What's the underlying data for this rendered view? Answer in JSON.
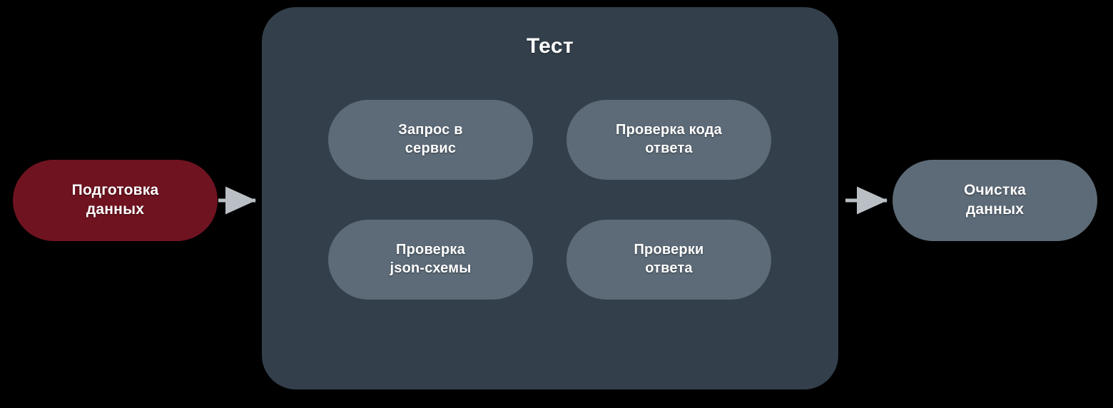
{
  "diagram": {
    "type": "flowchart",
    "title": "",
    "background": "#000000",
    "colors": {
      "group_fill": "#333f4b",
      "node_fill": "#5d6b78",
      "accent_fill": "#701320",
      "edge_stroke": "#b9bfc4",
      "text": "#ffffff"
    },
    "group": {
      "label": "Тест"
    },
    "nodes": [
      {
        "id": "prepare",
        "label": "Подготовка\nданных"
      },
      {
        "id": "request",
        "label": "Запрос в\nсервис"
      },
      {
        "id": "status_check",
        "label": "Проверка кода\nответа"
      },
      {
        "id": "json_schema",
        "label": "Проверка\njson-схемы"
      },
      {
        "id": "response_checks",
        "label": "Проверки\nответа"
      },
      {
        "id": "cleanup",
        "label": "Очистка\nданных"
      }
    ],
    "edges": [
      {
        "from": "prepare",
        "to": "request",
        "style": "straight-arrow"
      },
      {
        "from": "request",
        "to": "status_check",
        "style": "straight-arrow"
      },
      {
        "from": "status_check",
        "to": "json_schema",
        "style": "elbow-arrow"
      },
      {
        "from": "json_schema",
        "to": "response_checks",
        "style": "straight-arrow"
      },
      {
        "from": "response_checks",
        "to": "cleanup",
        "style": "straight-arrow"
      }
    ]
  }
}
